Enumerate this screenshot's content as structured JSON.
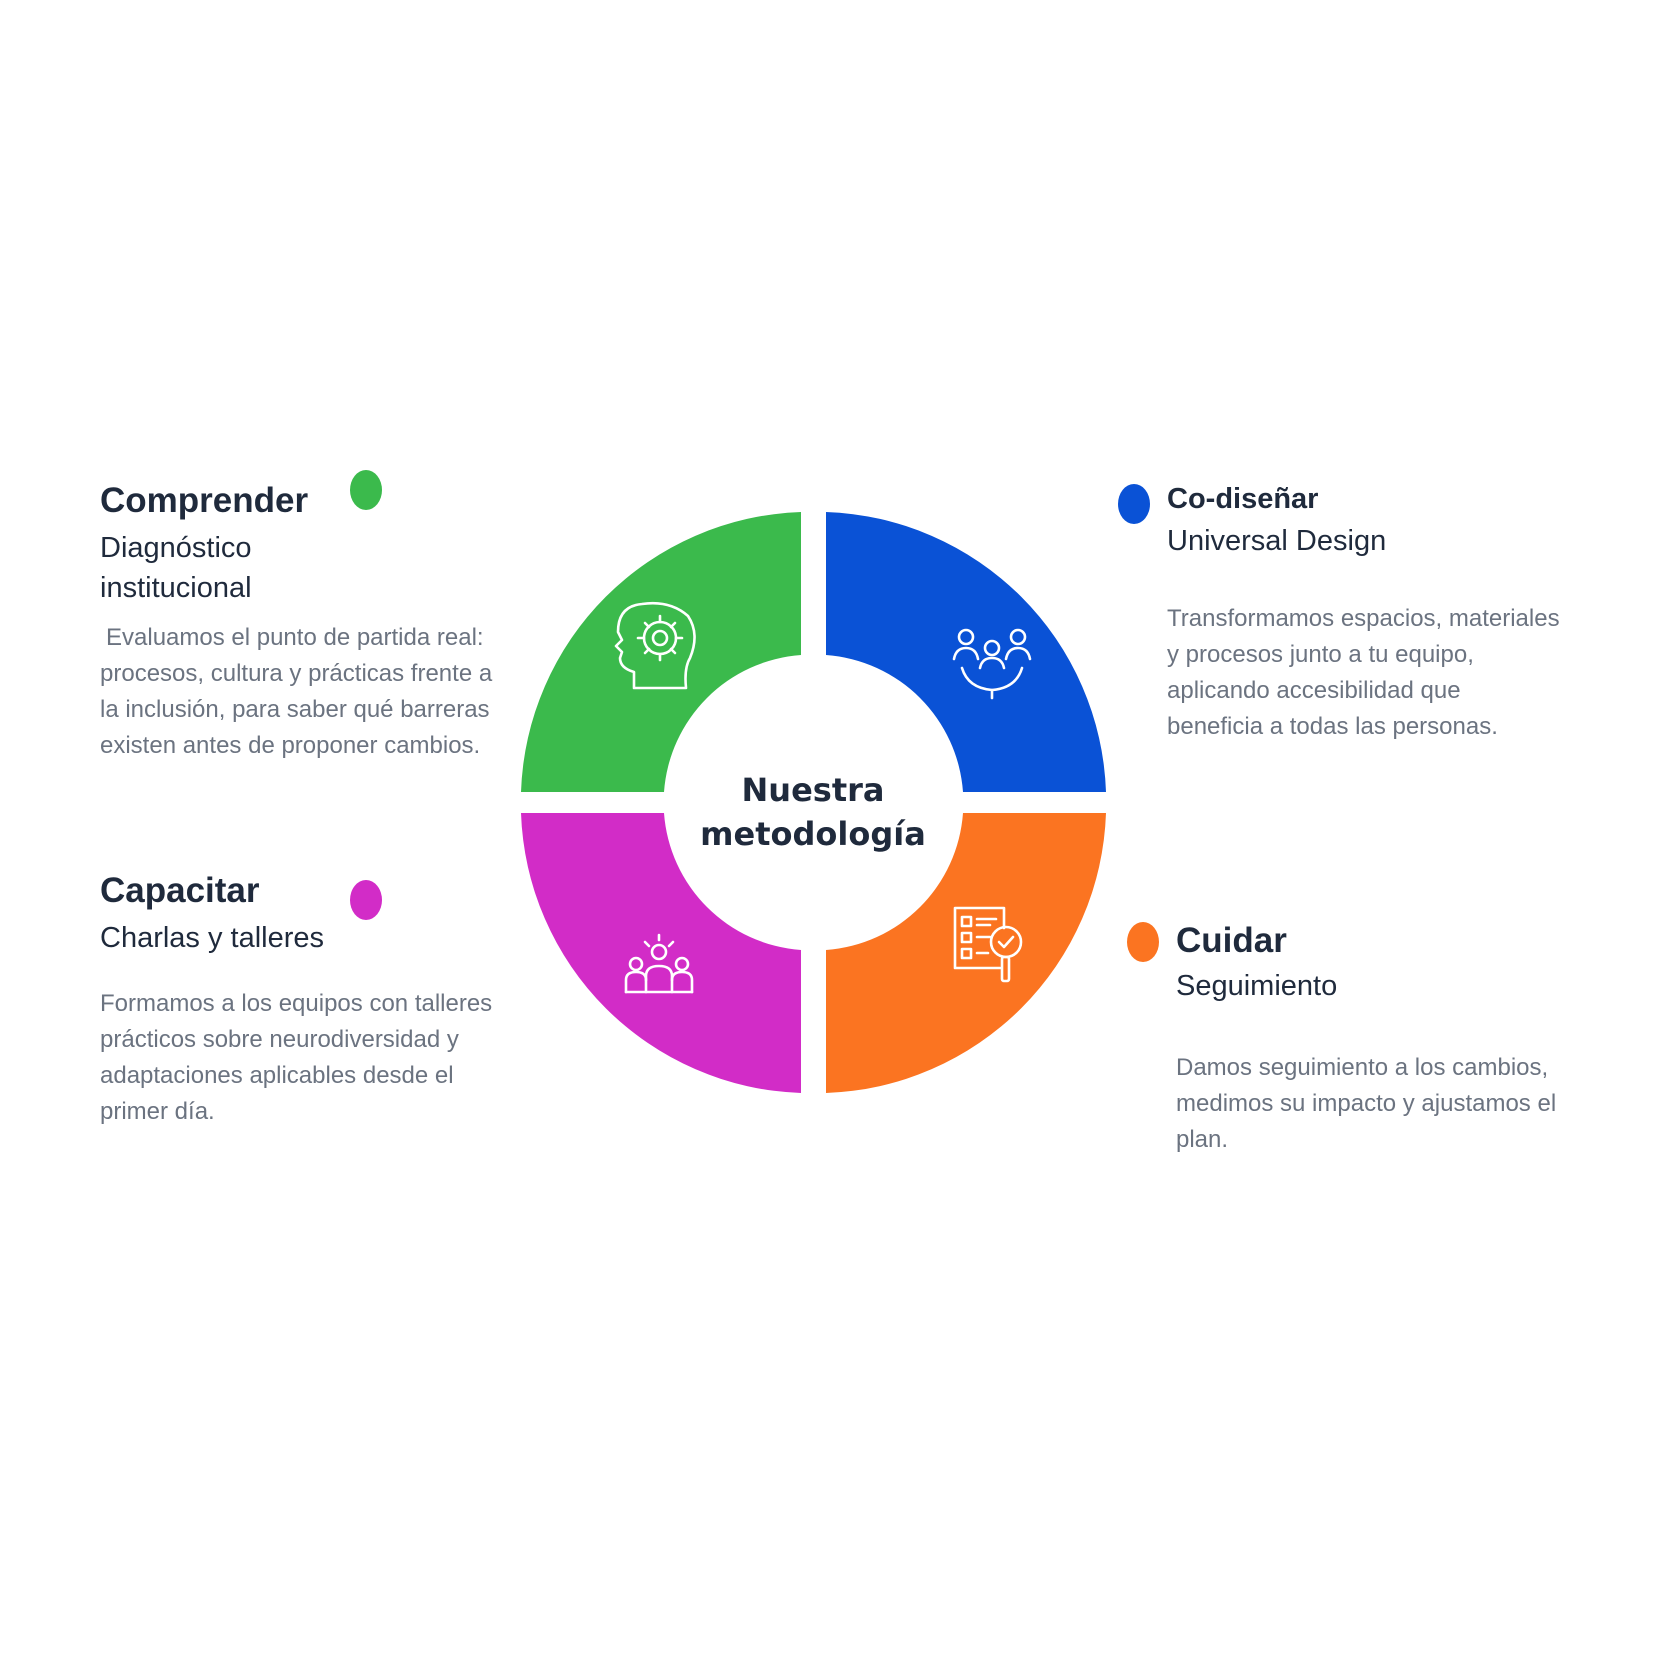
{
  "colors": {
    "green": "#3bba4c",
    "blue": "#0a52d6",
    "magenta": "#d22cc7",
    "orange": "#fb7421"
  },
  "center": {
    "line1": "Nuestra",
    "line2": "metodología"
  },
  "steps": {
    "comprender": {
      "title": "Comprender",
      "subtitle_1": "Diagnóstico",
      "subtitle_2": "institucional",
      "description": "Evaluamos el punto de partida real: procesos, cultura y prácticas frente a la inclusión, para saber qué barreras existen antes de proponer cambios.",
      "icon": "head-gear-icon"
    },
    "codisenar": {
      "title": "Co-diseñar",
      "subtitle": "Universal Design",
      "description": "Transformamos espacios, materiales y procesos junto a tu equipo, aplicando accesibilidad que beneficia a todas las personas.",
      "icon": "team-collaboration-icon"
    },
    "capacitar": {
      "title": "Capacitar",
      "subtitle": "Charlas y talleres",
      "description": "Formamos a los equipos con talleres prácticos sobre neurodiversidad y adaptaciones aplicables desde el primer día.",
      "icon": "group-idea-icon"
    },
    "cuidar": {
      "title": "Cuidar",
      "subtitle": "Seguimiento",
      "description": "Damos seguimiento a los cambios, medimos su impacto y ajustamos el plan.",
      "icon": "checklist-magnifier-icon"
    }
  }
}
